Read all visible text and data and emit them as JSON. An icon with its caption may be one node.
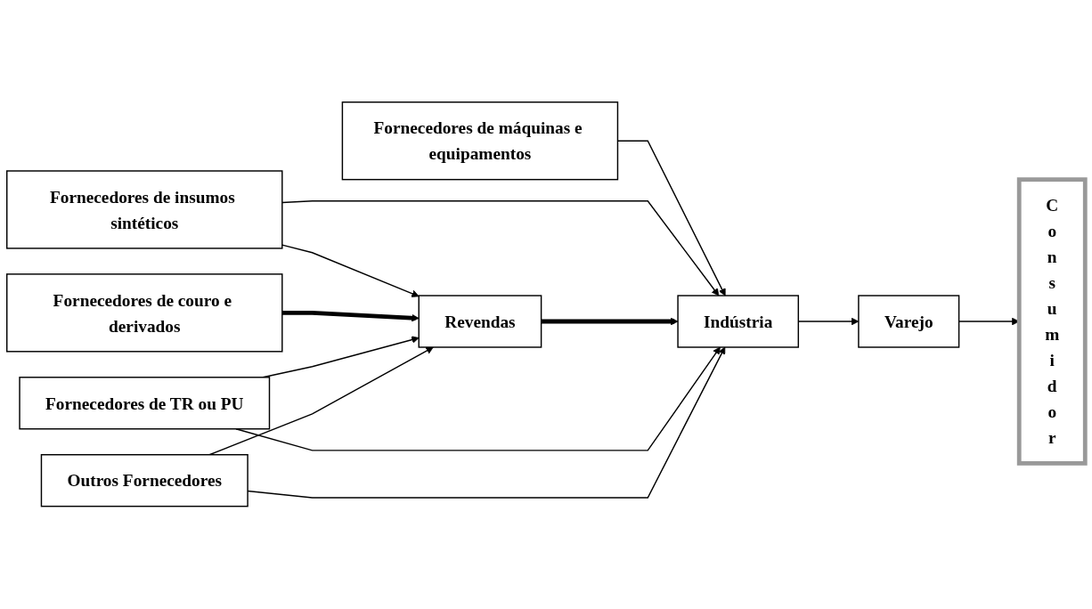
{
  "diagram": {
    "nodes": [
      {
        "text": [
          "Fornecedores de máquinas e equipamentos"
        ]
      },
      {
        "text": [
          "Fornecedores de insumos sintéticos"
        ]
      },
      {
        "text": [
          "Fornecedores de couro e derivados"
        ]
      },
      {
        "text": [
          "Revendas"
        ]
      },
      {
        "text": [
          "Indústria"
        ]
      },
      {
        "text": [
          "Varejo"
        ]
      },
      {
        "text": [
          "Consumidor"
        ]
      },
      {
        "text": [
          "Fornecedores de TR ou PU"
        ]
      },
      {
        "text": [
          "Outros Fornecedores"
        ]
      }
    ],
    "edges": [
      {
        "from": 0,
        "to": 4,
        "arrow": "to"
      },
      {
        "from": 1,
        "to": 3,
        "arrow": "to"
      },
      {
        "from": 1,
        "to": 4,
        "arrow": "to"
      },
      {
        "from": 2,
        "to": 3,
        "arrow": "to",
        "style": "thick"
      },
      {
        "from": 3,
        "to": 4,
        "arrow": "to",
        "style": "thick"
      },
      {
        "from": 7,
        "to": 3,
        "arrow": "to"
      },
      {
        "from": 7,
        "to": 4,
        "arrow": "to"
      },
      {
        "from": 8,
        "to": 3,
        "arrow": "to"
      },
      {
        "from": 8,
        "to": 4,
        "arrow": "to"
      },
      {
        "from": 4,
        "to": 5,
        "arrow": "to"
      },
      {
        "from": 5,
        "to": 6,
        "arrow": "to"
      }
    ]
  }
}
